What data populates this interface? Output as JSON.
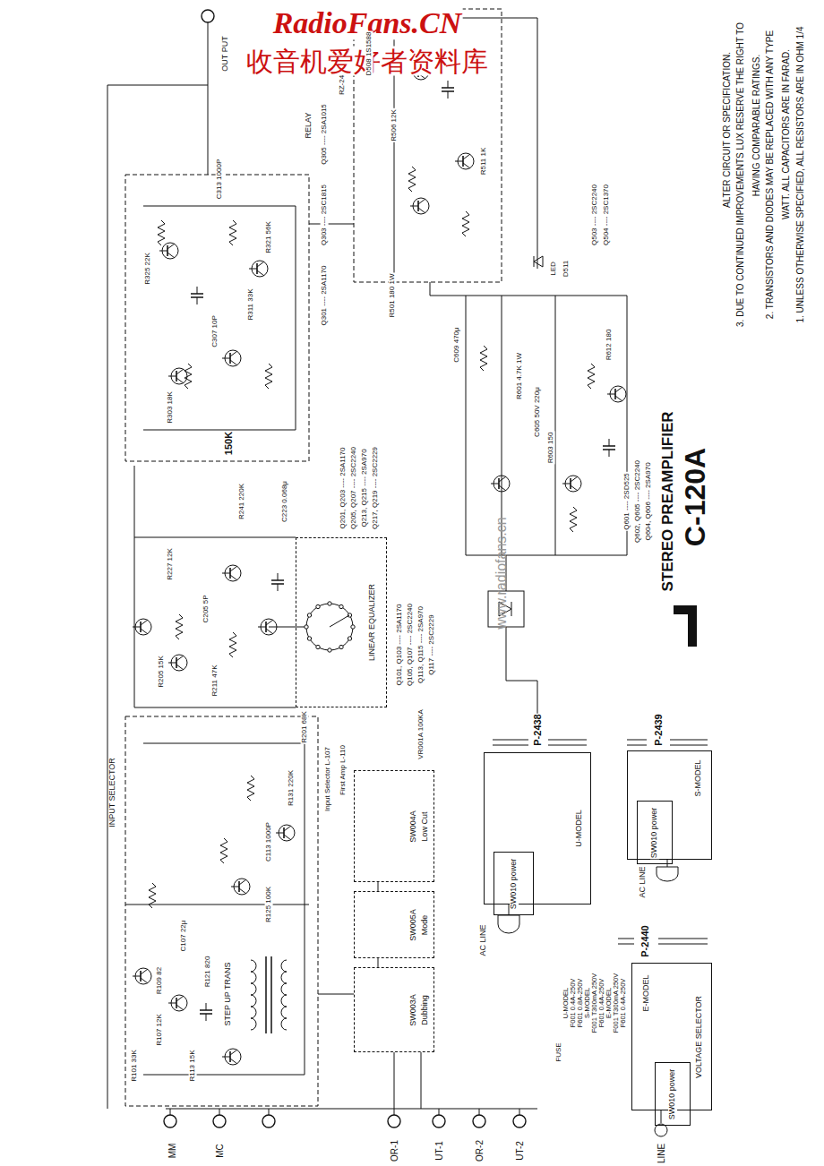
{
  "diagram": {
    "title": "STEREO PREAMPLIFIER",
    "nodes": [
      {
        "text": [
          "LINEAR EQUALIZER"
        ]
      },
      {
        "text": [
          "SW004A",
          "Low Cut"
        ]
      },
      {
        "text": [
          "SW005A",
          "Mode"
        ]
      },
      {
        "text": [
          "SW003A",
          "Dubbing"
        ]
      },
      {
        "text": [
          "U-MODEL"
        ]
      },
      {
        "text": [
          "S-MODEL"
        ]
      },
      {
        "text": [
          "E-MODEL",
          "VOLTAGE SELECTOR"
        ]
      },
      {
        "text": [
          "SW010 power"
        ],
        "in": 4
      },
      {
        "text": [
          "SW010 power"
        ],
        "in": 5
      },
      {
        "text": [
          "SW010 power"
        ],
        "in": 6
      }
    ],
    "edges": [
      {
        "from": 1,
        "to": 2,
        "arrow": "none"
      },
      {
        "from": 2,
        "to": 3,
        "arrow": "none"
      }
    ],
    "labels": [
      "RadioFans.CN",
      "收音机爱好者资料库",
      "www.radiofans.cn",
      "1. UNLESS OTHERWISE SPECIFIED, ALL RESISTORS ARE IN OHM 1/4",
      "WATT. ALL CAPACITORS ARE IN FARAD.",
      "2. TRANSISTORS AND DIODES MAY BE REPLACED WITH ANY TYPE",
      "HAVING COMPARABLE RATINGS.",
      "3. DUE TO CONTINUED IMPROVEMENTS LUX RESERVE THE RIGHT TO",
      "ALTER CIRCUIT OR SPECIFICATION.",
      "C-120A",
      "OUT PUT",
      "RELAY",
      "RZ-24",
      "Q301 ---- 2SA1170",
      "Q303 ---- 2SC1815",
      "Q305 ---- 2SA1015",
      "Q503 ---- 2SC2240",
      "Q504 ---- 2SC1370",
      "LED",
      "D511",
      "Q601 ---- 2SD525",
      "Q602, Q605 ---- 2SC2240",
      "Q604, Q606 ---- 2SA970",
      "Q201, Q203 ---- 2SA1170",
      "Q205, Q207 ---- 2SC2240",
      "Q213, Q215 ---- 2SA970",
      "Q217, Q219 ---- 2SC2229",
      "Q101, Q103 ---- 2SA1170",
      "Q105, Q107 ---- 2SC2240",
      "Q113, Q115 ---- 2SA970",
      "Q117 ---- 2SC2229",
      "First Amp L-110",
      "Input Selector L-107",
      "STEP UP TRANS",
      "INPUT SELECTOR",
      "MM",
      "MC",
      "OR-1",
      "UT-1",
      "OR-2",
      "UT-2",
      "LINE",
      "AC LINE",
      "AC LINE",
      "P-2438",
      "P-2439",
      "P-2440",
      "FUSE",
      "U-MODEL",
      "F001 0.4A-250V",
      "F601 0.8A-250V",
      "S-MODEL",
      "F001 T300mA 250V",
      "F601 0.4A-250V",
      "E-MODEL",
      "F001 T300mA 250V",
      "F601 0.4A-250V",
      "R101 33K",
      "R107 12K",
      "R109 82",
      "R113 15K",
      "R121 820",
      "C107 22μ",
      "R125 100K",
      "C113 1000P",
      "R131 220K",
      "R201 68K",
      "R205 15K",
      "R211 47K",
      "C205 5P",
      "R227 12K",
      "C223 0.068μ",
      "R241 220K",
      "150K",
      "R303 18K",
      "R311 33K",
      "C307 10P",
      "R321 56K",
      "C313 1000P",
      "R325 22K",
      "R501 180 1W",
      "R506 12K",
      "R511 1K",
      "D508 1S1588",
      "R601 4.7K 1W",
      "R603 150",
      "C605 50V 220μ",
      "R612 180",
      "C609 470μ",
      "VR001A 100KA"
    ]
  }
}
